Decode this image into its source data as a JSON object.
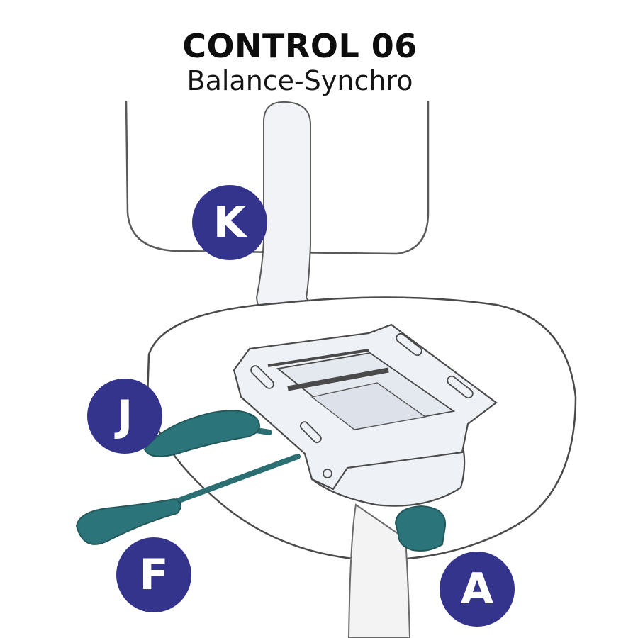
{
  "title": "CONTROL 06",
  "subtitle": "Balance-Synchro",
  "colors": {
    "badge": "#34348c",
    "badge_text": "#ffffff",
    "lever": "#2b7479",
    "outline": "#4a4a4a",
    "mechanism_fill": "#eef1f6"
  },
  "callouts": [
    {
      "id": "k",
      "label": "K"
    },
    {
      "id": "j",
      "label": "J"
    },
    {
      "id": "f",
      "label": "F"
    },
    {
      "id": "a",
      "label": "A"
    }
  ]
}
